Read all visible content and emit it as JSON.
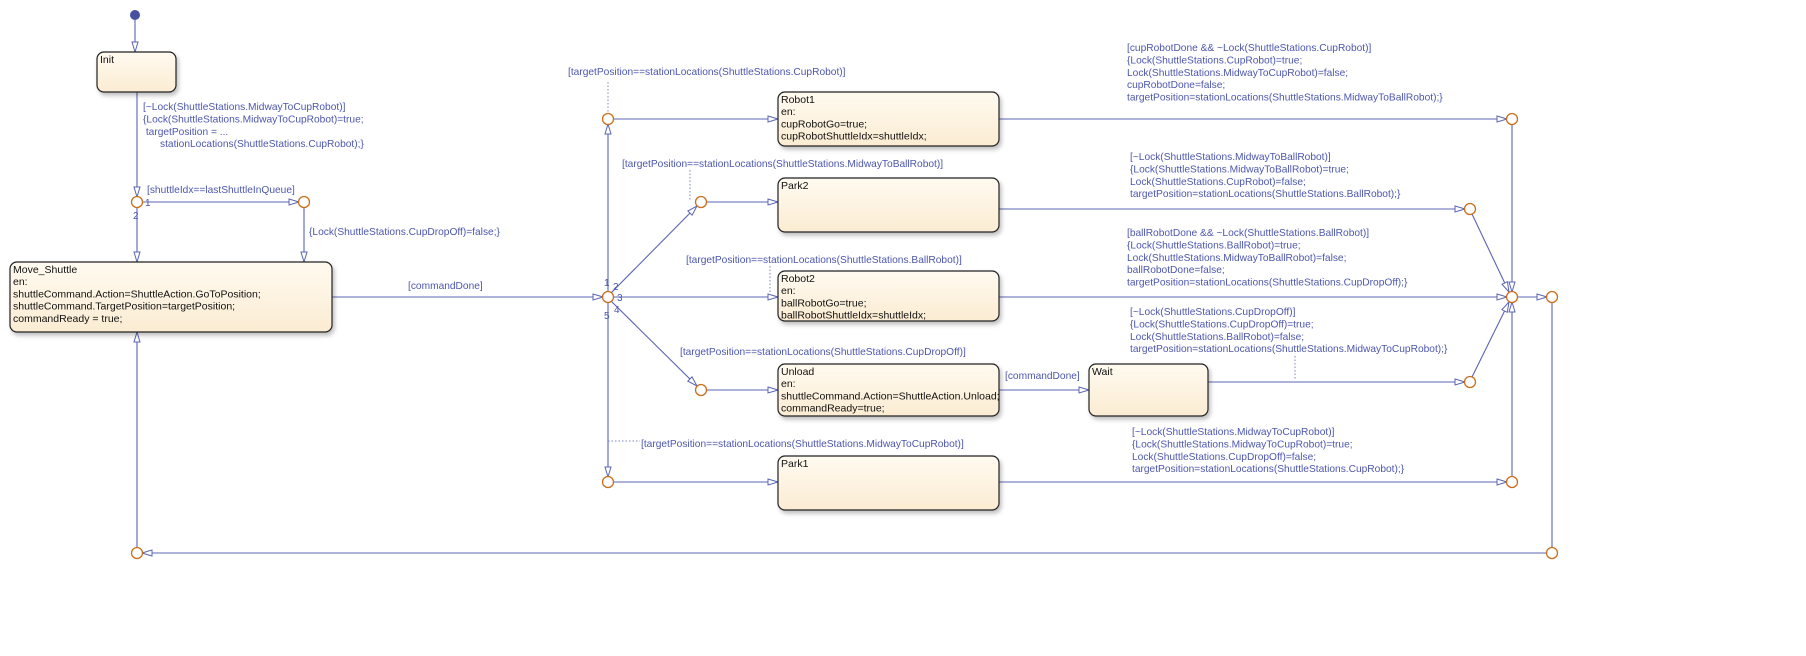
{
  "colors": {
    "transition": "#5a64b4",
    "label": "#4d57ad",
    "junction": "#c8701e",
    "state_fill": "#fdf3e2",
    "state_border": "#222222"
  },
  "states": {
    "init": {
      "lines": [
        "Init"
      ]
    },
    "move_shuttle": {
      "lines": [
        "Move_Shuttle",
        "en:",
        "shuttleCommand.Action=ShuttleAction.GoToPosition;",
        "shuttleCommand.TargetPosition=targetPosition;",
        "commandReady = true;"
      ]
    },
    "robot1": {
      "lines": [
        "Robot1",
        "en:",
        "cupRobotGo=true;",
        "cupRobotShuttleIdx=shuttleIdx;"
      ]
    },
    "park2": {
      "lines": [
        "Park2"
      ]
    },
    "robot2": {
      "lines": [
        "Robot2",
        "en:",
        "ballRobotGo=true;",
        "ballRobotShuttleIdx=shuttleIdx;"
      ]
    },
    "unload": {
      "lines": [
        "Unload",
        "en:",
        "shuttleCommand.Action=ShuttleAction.Unload;",
        "commandReady=true;"
      ]
    },
    "wait": {
      "lines": [
        "Wait"
      ]
    },
    "park1": {
      "lines": [
        "Park1"
      ]
    }
  },
  "transitions": {
    "init_out": {
      "lines": [
        "[~Lock(ShuttleStations.MidwayToCupRobot)]",
        "{Lock(ShuttleStations.MidwayToCupRobot)=true;",
        " targetPosition = ...",
        "      stationLocations(ShuttleStations.CupRobot);}"
      ]
    },
    "queue_check": {
      "lines": [
        "[shuttleIdx==lastShuttleInQueue]"
      ]
    },
    "unlock_dropoff": {
      "lines": [
        "{Lock(ShuttleStations.CupDropOff)=false;}"
      ]
    },
    "command_done_1": {
      "lines": [
        "[commandDone]"
      ]
    },
    "guard_cup_robot": {
      "lines": [
        "[targetPosition==stationLocations(ShuttleStations.CupRobot)]"
      ]
    },
    "guard_midway_ball": {
      "lines": [
        "[targetPosition==stationLocations(ShuttleStations.MidwayToBallRobot)]"
      ]
    },
    "guard_ball_robot": {
      "lines": [
        "[targetPosition==stationLocations(ShuttleStations.BallRobot)]"
      ]
    },
    "guard_cup_dropoff": {
      "lines": [
        "[targetPosition==stationLocations(ShuttleStations.CupDropOff)]"
      ]
    },
    "guard_midway_cup": {
      "lines": [
        "[targetPosition==stationLocations(ShuttleStations.MidwayToCupRobot)]"
      ]
    },
    "command_done_2": {
      "lines": [
        "[commandDone]"
      ]
    },
    "robot1_out": {
      "lines": [
        "[cupRobotDone && ~Lock(ShuttleStations.CupRobot)]",
        "{Lock(ShuttleStations.CupRobot)=true;",
        "Lock(ShuttleStations.MidwayToCupRobot)=false;",
        "cupRobotDone=false;",
        "targetPosition=stationLocations(ShuttleStations.MidwayToBallRobot);}"
      ]
    },
    "park2_out": {
      "lines": [
        "[~Lock(ShuttleStations.MidwayToBallRobot)]",
        "{Lock(ShuttleStations.MidwayToBallRobot)=true;",
        "Lock(ShuttleStations.CupRobot)=false;",
        "targetPosition=stationLocations(ShuttleStations.BallRobot);}"
      ]
    },
    "robot2_out": {
      "lines": [
        "[ballRobotDone && ~Lock(ShuttleStations.BallRobot)]",
        "{Lock(ShuttleStations.BallRobot)=true;",
        "Lock(ShuttleStations.MidwayToBallRobot)=false;",
        "ballRobotDone=false;",
        "targetPosition=stationLocations(ShuttleStations.CupDropOff);}"
      ]
    },
    "wait_out": {
      "lines": [
        "[~Lock(ShuttleStations.CupDropOff)]",
        "{Lock(ShuttleStations.CupDropOff)=true;",
        "Lock(ShuttleStations.BallRobot)=false;",
        "targetPosition=stationLocations(ShuttleStations.MidwayToCupRobot);}"
      ]
    },
    "park1_out": {
      "lines": [
        "[~Lock(ShuttleStations.MidwayToCupRobot)]",
        "{Lock(ShuttleStations.MidwayToCupRobot)=true;",
        "Lock(ShuttleStations.CupDropOff)=false;",
        "targetPosition=stationLocations(ShuttleStations.CupRobot);}"
      ]
    }
  },
  "execution_order": {
    "queue_junction": [
      "1",
      "2"
    ],
    "dispatch_junction": [
      "1",
      "2",
      "3",
      "4",
      "5"
    ]
  }
}
